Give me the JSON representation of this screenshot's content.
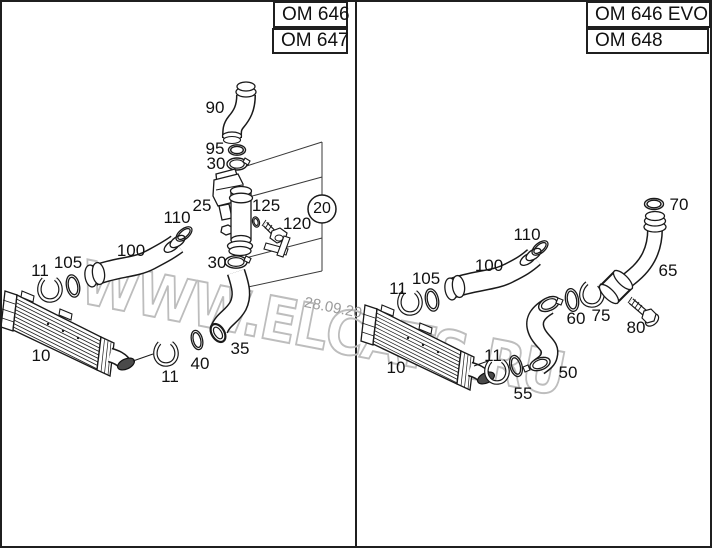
{
  "header": {
    "left_engines": [
      {
        "label": "OM 646"
      },
      {
        "label": "OM 647"
      }
    ],
    "right_engines": [
      {
        "label": "OM 646 EVO"
      },
      {
        "label": "OM 648"
      }
    ]
  },
  "watermark": {
    "text": "WWW.ELCATS.RU",
    "date": "28.09.20"
  },
  "callout": {
    "group_circle": "20"
  },
  "part_labels": {
    "p90": "90",
    "p95": "95",
    "p30a": "30",
    "p25": "25",
    "p125": "125",
    "p120": "120",
    "p30b": "30",
    "p35": "35",
    "p40": "40",
    "p11c": "11",
    "p110L": "110",
    "p100L": "100",
    "p105L": "105",
    "p11a": "11",
    "p10L": "10",
    "p110R": "110",
    "p100R": "100",
    "p105R": "105",
    "p11b": "11",
    "p10R": "10",
    "p11d": "11",
    "p55": "55",
    "p50": "50",
    "p60": "60",
    "p75": "75",
    "p80": "80",
    "p65": "65",
    "p70": "70"
  },
  "colors": {
    "ink": "#1a1a1a",
    "watermark_gray": "#bdbdbd"
  }
}
